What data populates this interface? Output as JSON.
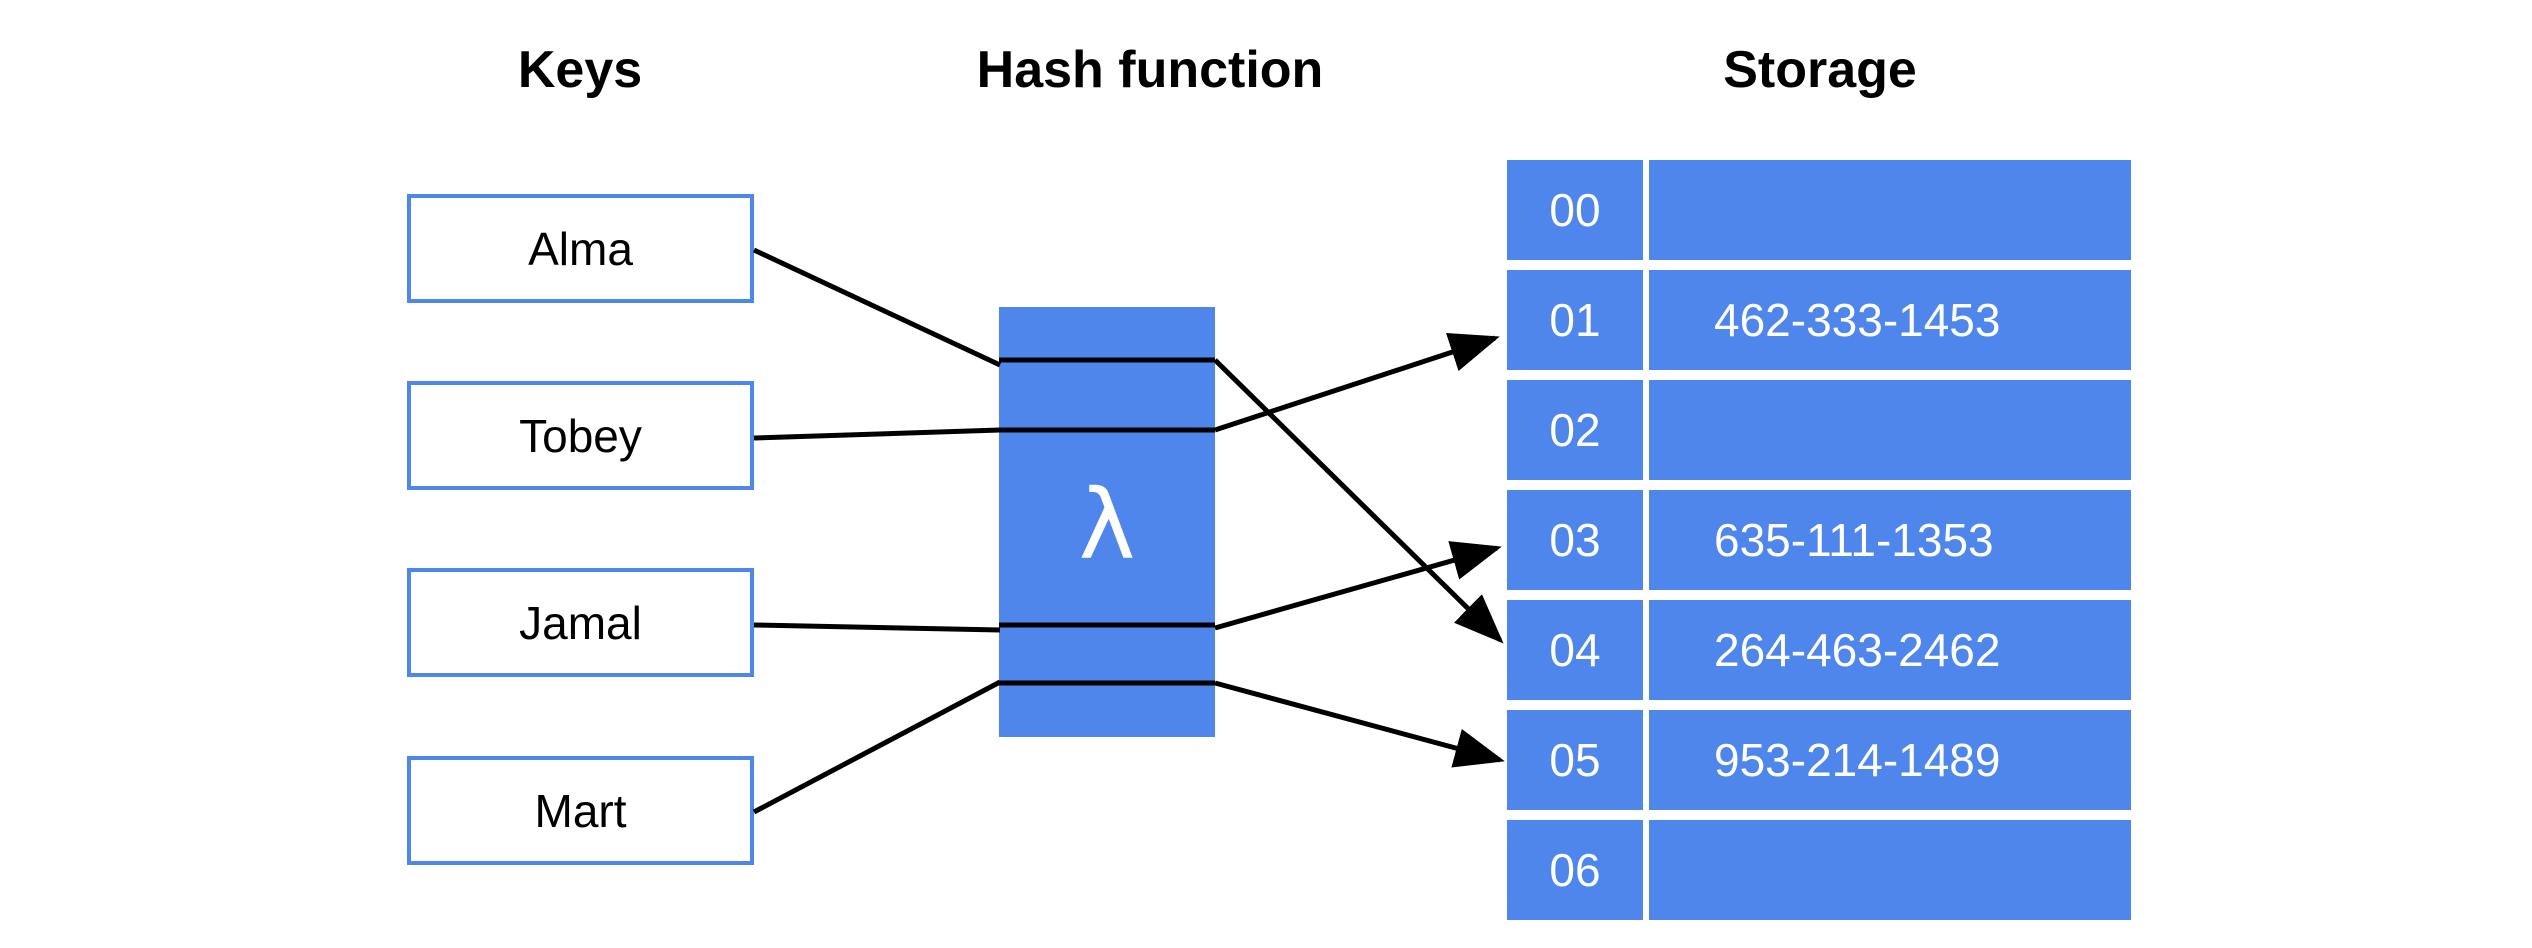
{
  "headings": {
    "keys": "Keys",
    "hash_function": "Hash function",
    "storage": "Storage"
  },
  "keys": [
    "Alma",
    "Tobey",
    "Jamal",
    "Mart"
  ],
  "hash_symbol": "λ",
  "storage_rows": [
    {
      "index": "00",
      "value": ""
    },
    {
      "index": "01",
      "value": "462-333-1453"
    },
    {
      "index": "02",
      "value": ""
    },
    {
      "index": "03",
      "value": "635-111-1353"
    },
    {
      "index": "04",
      "value": "264-463-2462"
    },
    {
      "index": "05",
      "value": "953-214-1489"
    },
    {
      "index": "06",
      "value": ""
    }
  ],
  "mappings": [
    {
      "key": "Alma",
      "index": "04"
    },
    {
      "key": "Tobey",
      "index": "01"
    },
    {
      "key": "Jamal",
      "index": "03"
    },
    {
      "key": "Mart",
      "index": "05"
    }
  ],
  "colors": {
    "accent_blue": "#4f86ec",
    "line": "#000000",
    "text_on_blue": "#ffffff"
  }
}
